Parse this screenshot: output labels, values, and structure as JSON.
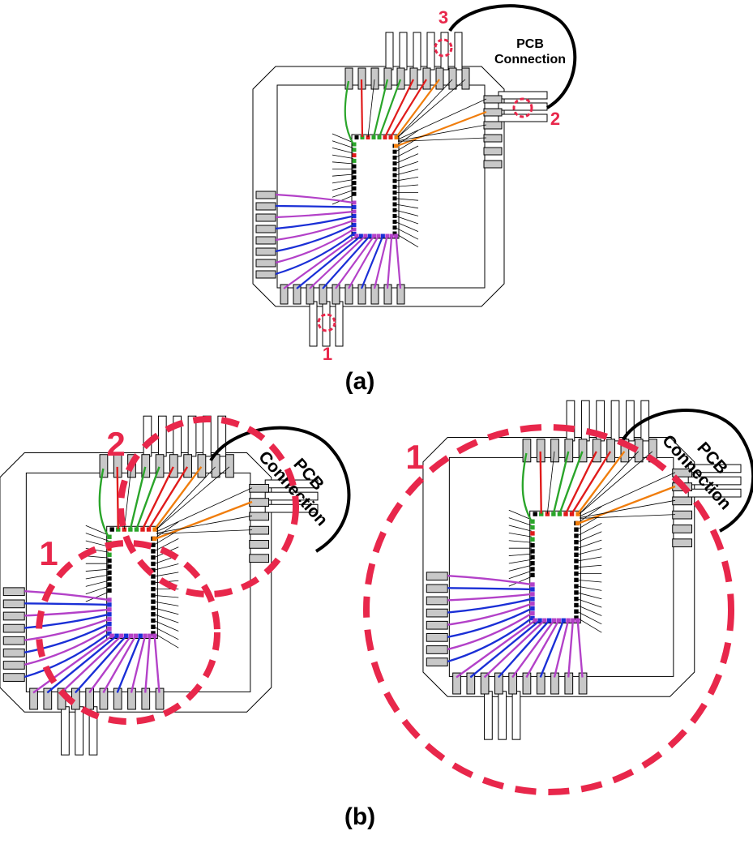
{
  "colors": {
    "marker": "#e8274b",
    "green": "#2aa52a",
    "red": "#e01b1b",
    "orange": "#f07d0c",
    "blue": "#1a2fd6",
    "purple": "#b341c8",
    "black": "#000000",
    "lead_gray": "#c8c8c8"
  },
  "icons": [
    "chip-package",
    "pcb-connection-wire",
    "dashed-circle-marker"
  ],
  "panel_a": {
    "caption": "(a)",
    "pcb_label_line1": "PCB",
    "pcb_label_line2": "Connection",
    "marker_1": "1",
    "marker_2": "2",
    "marker_3": "3"
  },
  "panel_b_left": {
    "pcb_label_line1": "PCB",
    "pcb_label_line2": "Connection",
    "marker_1": "1",
    "marker_2": "2"
  },
  "panel_b_right": {
    "pcb_label_line1": "PCB",
    "pcb_label_line2": "Connection",
    "marker_1": "1"
  },
  "caption_b": "(b)"
}
